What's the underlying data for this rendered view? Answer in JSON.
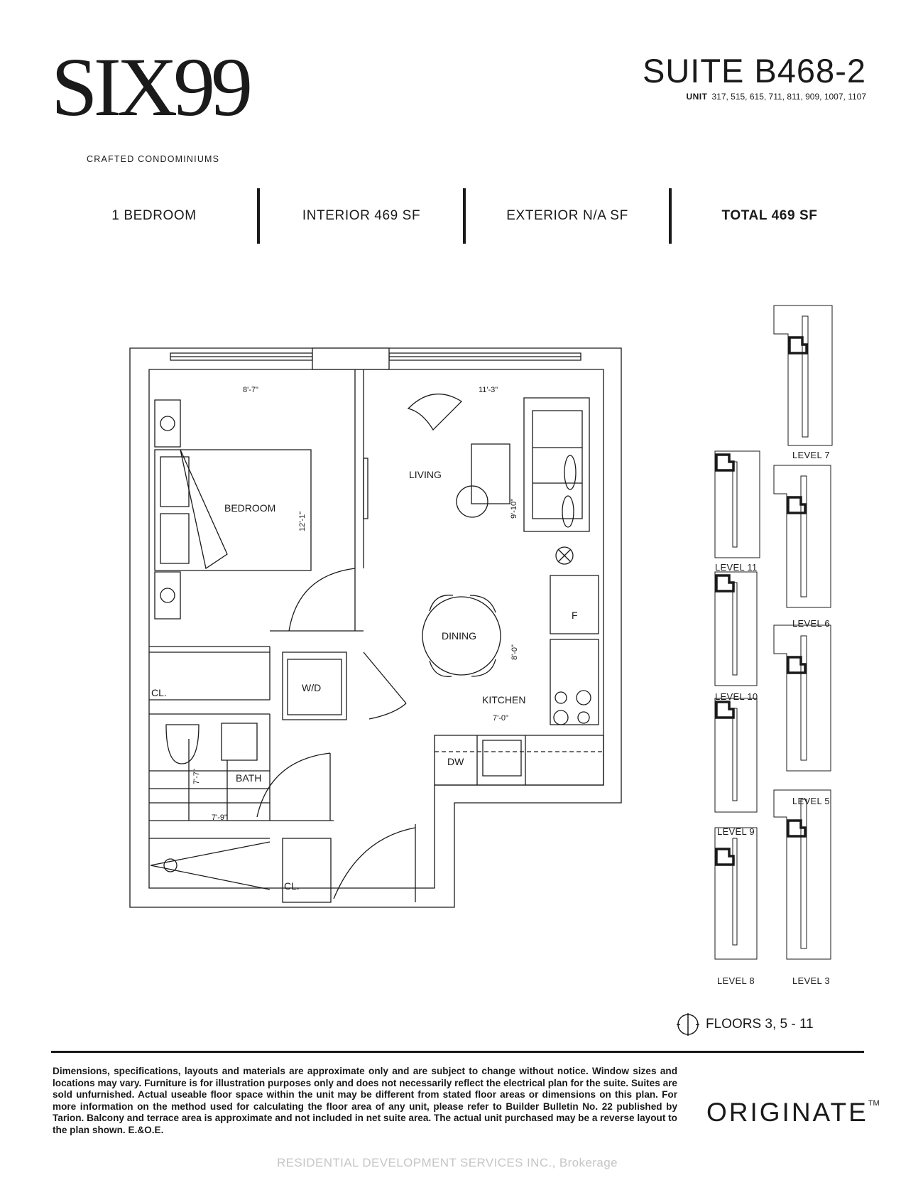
{
  "header": {
    "logo_text": "SIX99",
    "logo_subtitle": "CRAFTED CONDOMINIUMS",
    "suite_title": "SUITE B468-2",
    "unit_label": "UNIT",
    "unit_numbers": "317, 515, 615, 711, 811, 909, 1007, 1107"
  },
  "stats": {
    "bedrooms": "1 BEDROOM",
    "interior": "INTERIOR 469 SF",
    "exterior": "EXTERIOR N/A SF",
    "total": "TOTAL 469 SF"
  },
  "plan": {
    "rooms": {
      "bedroom": "BEDROOM",
      "living": "LIVING",
      "dining": "DINING",
      "kitchen": "KITCHEN",
      "bath": "BATH",
      "closet_bedroom": "CL.",
      "closet_entry": "CL.",
      "washer_dryer": "W/D",
      "fridge": "F",
      "dishwasher": "DW"
    },
    "dimensions": {
      "bedroom_width": "8'-7\"",
      "bedroom_depth": "12'-1\"",
      "living_width": "11'-3\"",
      "living_depth": "9'-10\"",
      "dining_depth": "8'-0\"",
      "kitchen_width": "7'-0\"",
      "bath_depth": "7'-7\"",
      "bath_width": "7'-9\""
    }
  },
  "key_plan": {
    "levels": [
      "LEVEL 7",
      "LEVEL 11",
      "LEVEL 6",
      "LEVEL 10",
      "LEVEL 5",
      "LEVEL 9",
      "LEVEL 8",
      "LEVEL 3"
    ],
    "floors_label": "FLOORS 3, 5 - 11"
  },
  "footer": {
    "disclaimer": "Dimensions, specifications, layouts and materials are approximate only and are subject to change without notice. Window sizes and locations may vary. Furniture is for illustration purposes only and does not necessarily reflect the electrical plan for the suite. Suites are sold unfurnished. Actual useable floor space within the unit may be different from stated floor areas or dimensions on this plan. For more information on the method used for calculating the floor area of any unit, please refer to Builder Bulletin No. 22 published by Tarion. Balcony and terrace area is approximate and not included in net suite area. The actual unit purchased may be a reverse layout to the plan shown. E.&O.E.",
    "brand": "ORIGINATE",
    "brand_mark": "TM",
    "watermark": "RESIDENTIAL DEVELOPMENT SERVICES INC., Brokerage"
  },
  "colors": {
    "ink": "#1a1a1a",
    "watermark": "#969696"
  }
}
